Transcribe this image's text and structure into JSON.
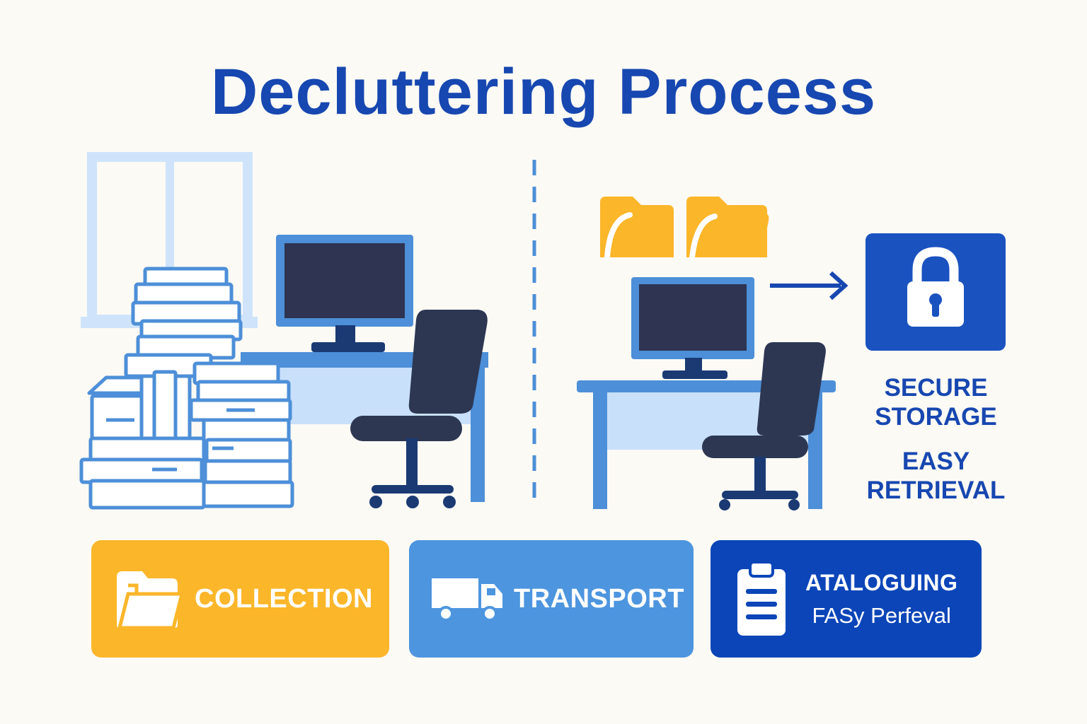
{
  "title": "Decluttering Process",
  "labels": {
    "secure_line1": "SECURE",
    "secure_line2": "STORAGE",
    "easy_line1": "EASY",
    "easy_line2": "RETRIEVAL"
  },
  "cards": [
    {
      "label": "COLLECTION",
      "icon": "folder-icon",
      "color": "#fbb62a"
    },
    {
      "label": "TRANSPORT",
      "icon": "truck-icon",
      "color": "#4d95df"
    },
    {
      "label": "ATALOGUING",
      "sublabel": "FASy Perfeval",
      "icon": "clipboard-icon",
      "color": "#0b45b8"
    }
  ],
  "colors": {
    "title": "#1747b0",
    "light_blue": "#c9e0fa",
    "mid_blue": "#4d8fd8",
    "navy": "#2d3752",
    "dark_navy": "#1b3a73",
    "folder_yellow": "#fbb62a",
    "lock_box": "#1a52c0"
  }
}
